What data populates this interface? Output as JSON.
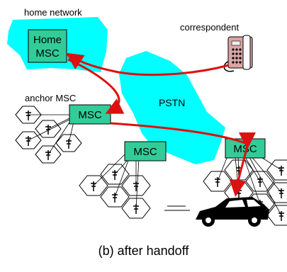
{
  "labels": {
    "home_network": "home network",
    "correspondent": "correspondent",
    "home_msc_line1": "Home",
    "home_msc_line2": "MSC",
    "anchor_msc": "anchor MSC",
    "msc_anchor_box": "MSC",
    "msc_middle_box": "MSC",
    "msc_right_box": "MSC",
    "pstn": "PSTN"
  },
  "caption": "(b) after handoff",
  "colors": {
    "cloud": "#00ffff",
    "msc_box": "#33cc99",
    "route_arrow": "#dd1111",
    "cell_fill": "#ffffff",
    "cell_stroke": "#000000"
  },
  "icons": [
    "telephone-icon",
    "antenna-icon",
    "car-icon"
  ]
}
